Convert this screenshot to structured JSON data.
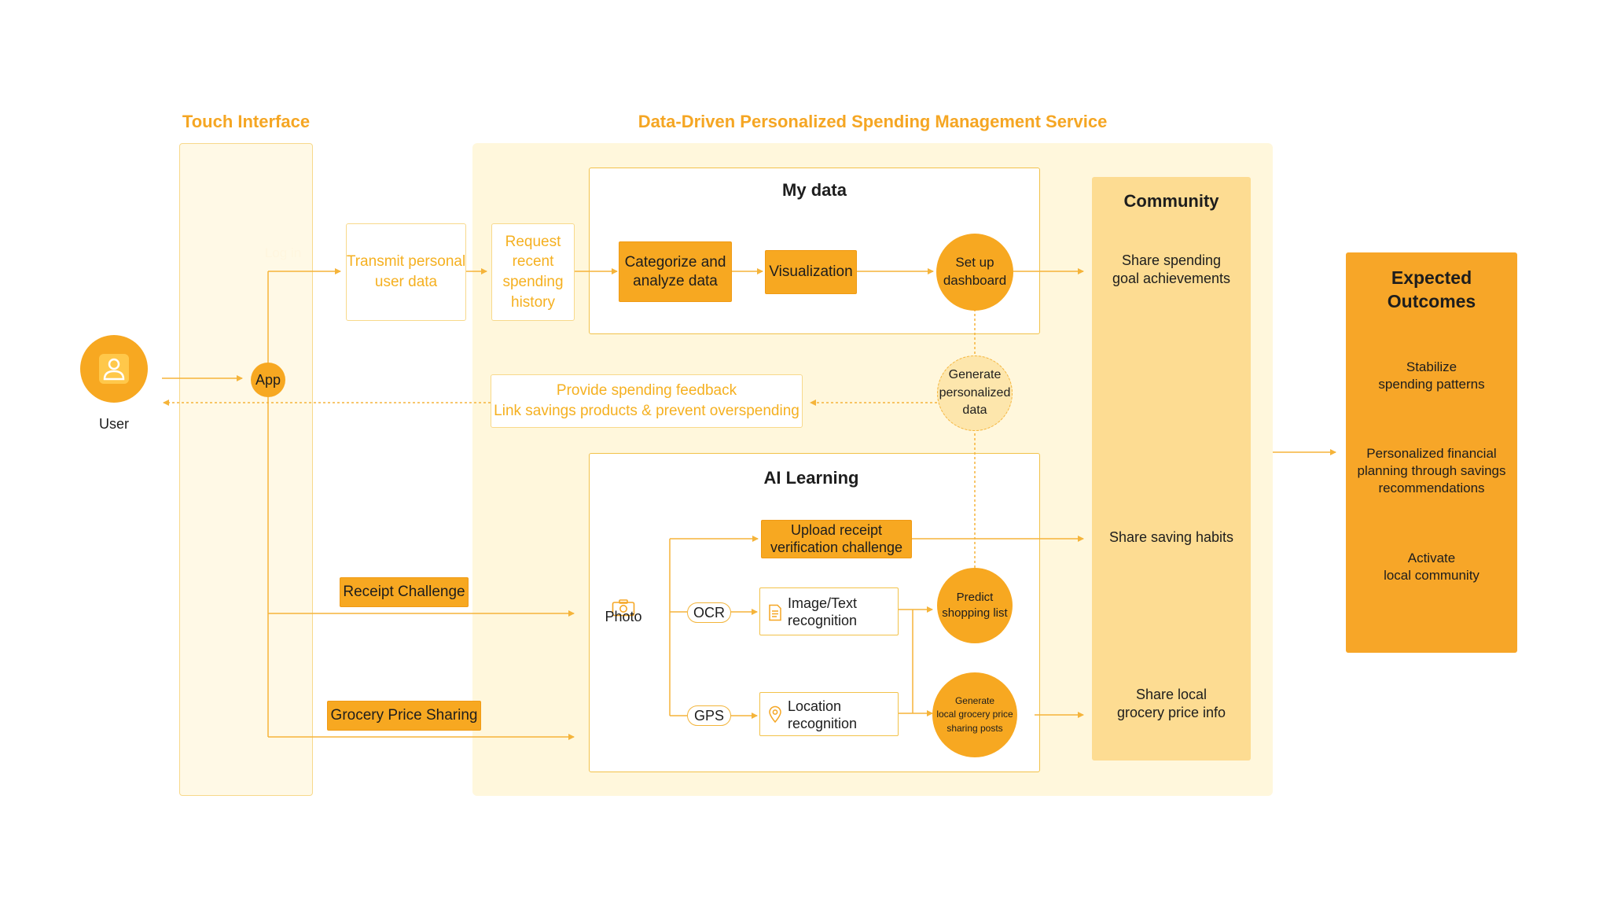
{
  "headers": {
    "touch_interface": "Touch Interface",
    "service": "Data-Driven Personalized Spending Management Service"
  },
  "user": {
    "label": "User",
    "icon": "user-icon"
  },
  "app": {
    "label": "App"
  },
  "login": {
    "label": "Log in"
  },
  "flow": {
    "transmit": "Transmit personal\nuser data",
    "request": "Request\nrecent\nspending\nhistory",
    "feedback": "Provide spending feedback\nLink savings products & prevent overspending",
    "receipt_challenge": "Receipt Challenge",
    "grocery_sharing": "Grocery Price Sharing"
  },
  "my_data": {
    "title": "My data",
    "categorize": "Categorize and\nanalyze data",
    "visualization": "Visualization",
    "dashboard": "Set up\ndashboard"
  },
  "generate_personalized": "Generate\npersonalized\ndata",
  "ai_learning": {
    "title": "AI Learning",
    "photo": "Photo",
    "photo_icon": "camera-icon",
    "upload_receipt": "Upload receipt\nverification challenge",
    "ocr": "OCR",
    "gps": "GPS",
    "image_text": "Image/Text\nrecognition",
    "image_text_icon": "document-icon",
    "location": "Location\nrecognition",
    "location_icon": "location-pin-icon",
    "predict": "Predict\nshopping list",
    "generate_posts": "Generate\nlocal grocery price\nsharing posts"
  },
  "community": {
    "title": "Community",
    "item1": "Share spending\ngoal achievements",
    "item2": "Share saving habits",
    "item3": "Share local\ngrocery price info"
  },
  "outcomes": {
    "title": "Expected\nOutcomes",
    "item1": "Stabilize\nspending patterns",
    "item2": "Personalized financial\nplanning through savings\nrecommendations",
    "item3": "Activate\nlocal community"
  },
  "colors": {
    "accent": "#f7a821",
    "light_panel": "#fff7dc",
    "community_panel": "#fddc92",
    "title_text": "#f5a623",
    "line": "#f5b43a"
  }
}
